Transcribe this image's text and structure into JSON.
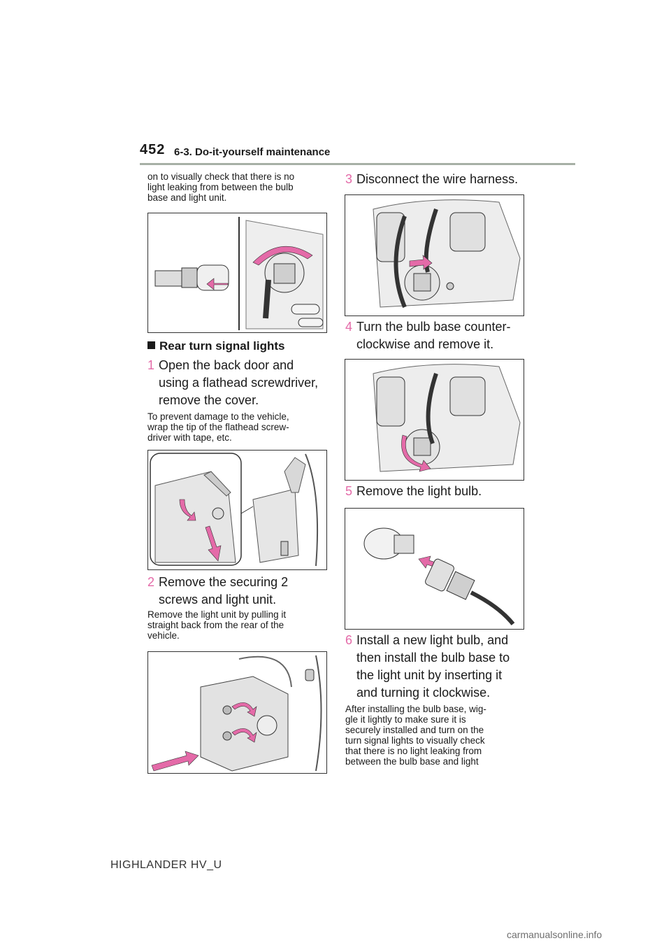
{
  "header": {
    "page_number": "452",
    "section_title": "6-3. Do-it-yourself maintenance"
  },
  "left_column": {
    "intro_note": [
      "on to visually check that there is no",
      "light leaking from between the bulb",
      "base and light unit."
    ],
    "section_heading": "Rear turn signal lights",
    "step1": {
      "num": "1",
      "lines": [
        "Open the back door and",
        "using a flathead screwdriver,",
        "remove the cover."
      ]
    },
    "step1_note": [
      "To prevent damage to the vehicle,",
      "wrap the tip of the flathead screw-",
      "driver with tape, etc."
    ],
    "step2": {
      "num": "2",
      "lines": [
        "Remove the securing 2",
        "screws and light unit."
      ]
    },
    "step2_note": [
      "Remove the light unit by pulling it",
      "straight back from the rear of the",
      "vehicle."
    ]
  },
  "right_column": {
    "step3": {
      "num": "3",
      "lines": [
        "Disconnect the wire harness."
      ]
    },
    "step4": {
      "num": "4",
      "lines": [
        "Turn the bulb base counter-",
        "clockwise and remove it."
      ]
    },
    "step5": {
      "num": "5",
      "lines": [
        "Remove the light bulb."
      ]
    },
    "step6": {
      "num": "6",
      "lines": [
        "Install a new light bulb, and",
        "then install the bulb base to",
        "the light unit by inserting it",
        "and turning it clockwise."
      ]
    },
    "step6_note": [
      "After installing the bulb base, wig-",
      "gle it lightly to make sure it is",
      "securely installed and turn on the",
      "turn signal lights to visually check",
      "that there is no light leaking from",
      "between the bulb base and light"
    ]
  },
  "footer": {
    "model": "HIGHLANDER HV_U",
    "watermark": "carmanualsonline.info"
  },
  "colors": {
    "accent_pink": "#e46aa8",
    "rule": "#a7b0a6"
  }
}
